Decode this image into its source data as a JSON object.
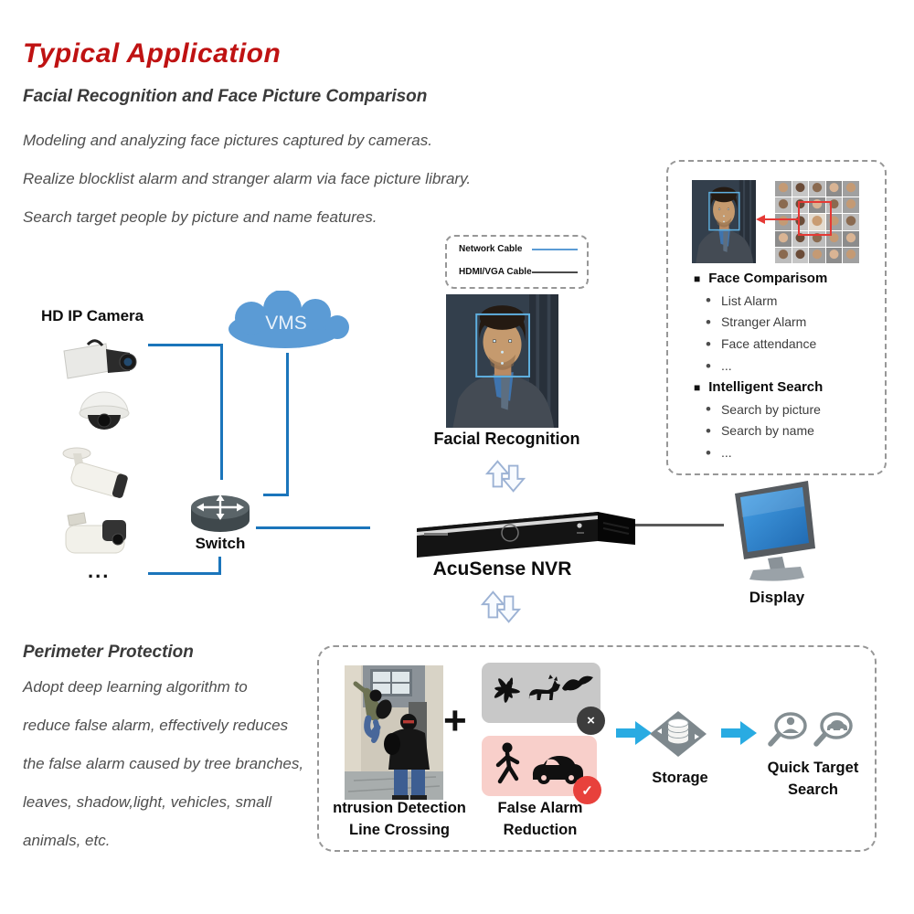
{
  "title": "Typical Application",
  "face_section": {
    "heading": "Facial Recognition and Face Picture Comparison",
    "lines": [
      "Modeling and analyzing face pictures captured by cameras.",
      "Realize blocklist alarm and stranger alarm via face picture library.",
      "Search target people by picture and name features."
    ]
  },
  "perimeter_section": {
    "heading": "Perimeter Protection",
    "lines": [
      "Adopt deep learning algorithm to",
      "reduce false alarm, effectively reduces",
      "the false alarm caused by tree branches,",
      "leaves, shadow,light, vehicles, small",
      "animals, etc."
    ]
  },
  "legend": {
    "network_cable_label": "Network Cable",
    "hdmi_vga_label": "HDMI/VGA Cable"
  },
  "topology": {
    "hd_ip_camera_label": "HD IP Camera",
    "more_cameras": "...",
    "vms_label": "VMS",
    "switch_label": "Switch",
    "facial_recognition_label": "Facial Recognition",
    "nvr_label": "AcuSense NVR",
    "display_label": "Display"
  },
  "feature_panel": {
    "groups": [
      {
        "heading": "Face Comparisom",
        "items": [
          "List Alarm",
          "Stranger Alarm",
          "Face attendance",
          "..."
        ]
      },
      {
        "heading": "Intelligent Search",
        "items": [
          "Search by picture",
          "Search by name",
          "..."
        ]
      }
    ]
  },
  "perimeter_diagram": {
    "plus_sign": "+",
    "intrusion_label_line1": "ntrusion Detection",
    "intrusion_label_line2": "Line Crossing",
    "false_alarm_label_line1": "False Alarm",
    "false_alarm_label_line2": "Reduction",
    "storage_label": "Storage",
    "quick_target_label_line1": "Quick Target",
    "quick_target_label_line2": "Search",
    "reject_mark": "×",
    "accept_mark": "✓"
  },
  "glyphs": {
    "square": "■",
    "bullet": "•"
  },
  "colors": {
    "title_red": "#bf1212",
    "network_cable_blue": "#5b9bd5",
    "hdmi_cable_dark": "#4a4a4a",
    "connector_blue": "#1b75bb",
    "flow_arrow_blue": "#29abe2",
    "match_arrow_red": "#e53935",
    "reject_badge": "#3d3d3d",
    "accept_badge": "#e8413c",
    "vms_cloud_blue": "#5b9bd5",
    "gray_panel": "#c8c8c8",
    "pink_panel": "#f8cfca"
  }
}
